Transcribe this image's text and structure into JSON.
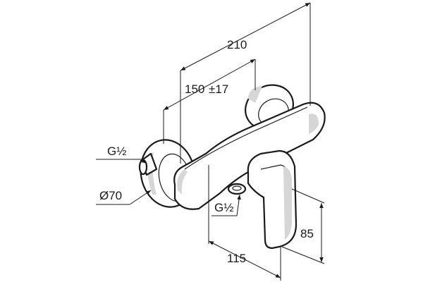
{
  "dimensions": {
    "overall_width": "210",
    "inlet_spacing": "150",
    "inlet_tolerance": "±17",
    "outlet_offset": "115",
    "lever_height": "85",
    "eccentric_diameter": "Ø70",
    "inlet_thread": "G½",
    "outlet_thread": "G½"
  }
}
